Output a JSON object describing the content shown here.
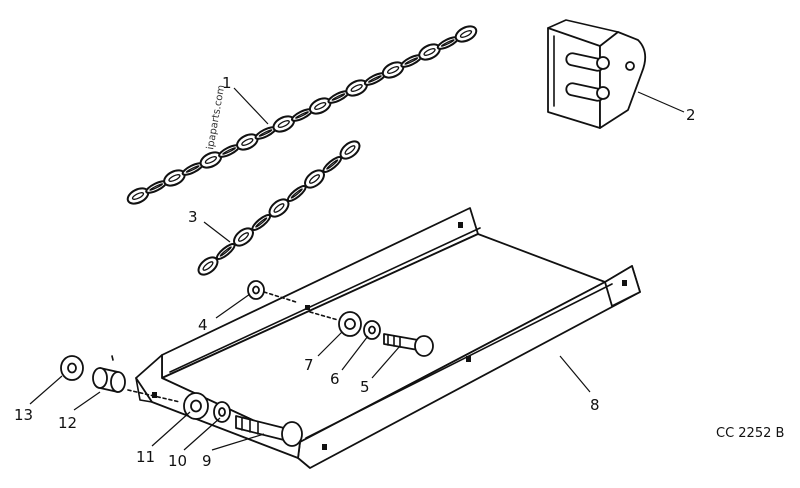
{
  "watermark": "ipaparts.com",
  "figure_code": "CC 2252 B",
  "callouts": {
    "c1": "1",
    "c2": "2",
    "c3": "3",
    "c4": "4",
    "c5": "5",
    "c6": "6",
    "c7": "7",
    "c8": "8",
    "c9": "9",
    "c10": "10",
    "c11": "11",
    "c12": "12",
    "c13": "13"
  },
  "colors": {
    "ink": "#111111",
    "paper": "#ffffff"
  }
}
